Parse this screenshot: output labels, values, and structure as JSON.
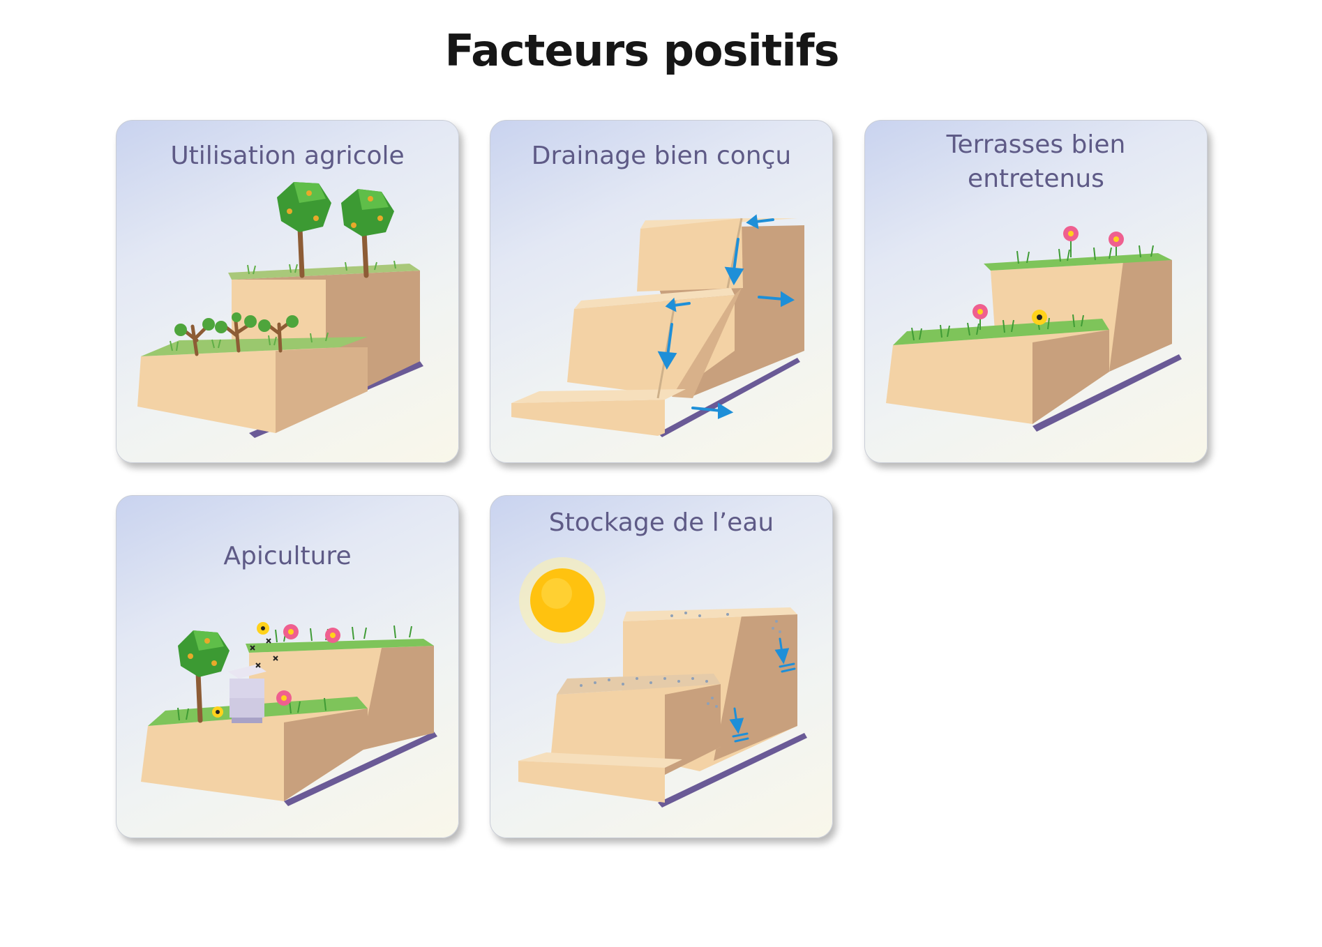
{
  "title": "Facteurs positifs",
  "cards": [
    {
      "label": "Utilisation agricole"
    },
    {
      "label": "Drainage bien conçu"
    },
    {
      "label": "Terrasses bien entretenus"
    },
    {
      "label": "Apiculture"
    },
    {
      "label": "Stockage de l’eau"
    }
  ],
  "colors": {
    "soil_light": "#f3d2a5",
    "soil_mid": "#e8c294",
    "soil_dark": "#c8a07d",
    "base_shadow": "#6a5a96",
    "grass": "#7ec45a",
    "foliage": "#4ea53c",
    "trunk": "#8d5c35",
    "water_arrow": "#1e8fd8",
    "sun": "#ffc20f",
    "flower_pink": "#ef5f8f",
    "flower_yellow": "#ffd21c",
    "title_text": "#161616",
    "label_text": "#5e5a86"
  }
}
